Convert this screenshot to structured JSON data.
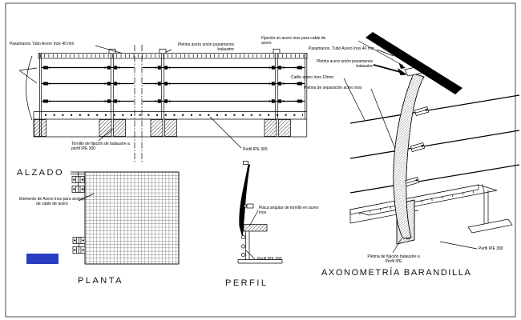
{
  "sheet": {
    "type": "CAD detail drawing",
    "language": "es"
  },
  "colors": {
    "line": "#000000",
    "background": "#ffffff",
    "logo_blue": "#2a3cc2"
  },
  "views": {
    "alzado": {
      "caption": "ALZADO",
      "labels": {
        "handrail": "Pasamanos Tubo Acero Inox 40 mm",
        "plate_union": "Pletina acero unión pasamanos\nbalaustre",
        "bolt": "Tornillo de fijación de balaustre a\nperfil IPE 300",
        "beam": "Perfil IPE 300"
      }
    },
    "planta": {
      "caption": "PLANTA",
      "labels": {
        "anchor": "Elemento de Acero Inox para anclaje\nde cable de acero"
      }
    },
    "perfil": {
      "caption": "PERFIL",
      "labels": {
        "angle_plate": "Placa angular de tornillo en acero\ninox",
        "beam": "Perfil IPE 300"
      }
    },
    "axonometria": {
      "caption": "AXONOMETRÍA  BARANDILLA",
      "labels": {
        "cable_fixing": "Fijación en acero inox para cable de\nacero",
        "handrail": "Pasamanos. Tubo Acero Inox 40 mm",
        "plate_union": "Pletina acero unión pasamanos\nbalaustre",
        "cable": "Cable acero Inox 10mm",
        "separator_plate": "Pletina de separación acero inox",
        "fixing_plate": "Pletina de fijación balaustre a\nPerfil IPE",
        "beam": "Perfil IPE 300"
      }
    }
  }
}
